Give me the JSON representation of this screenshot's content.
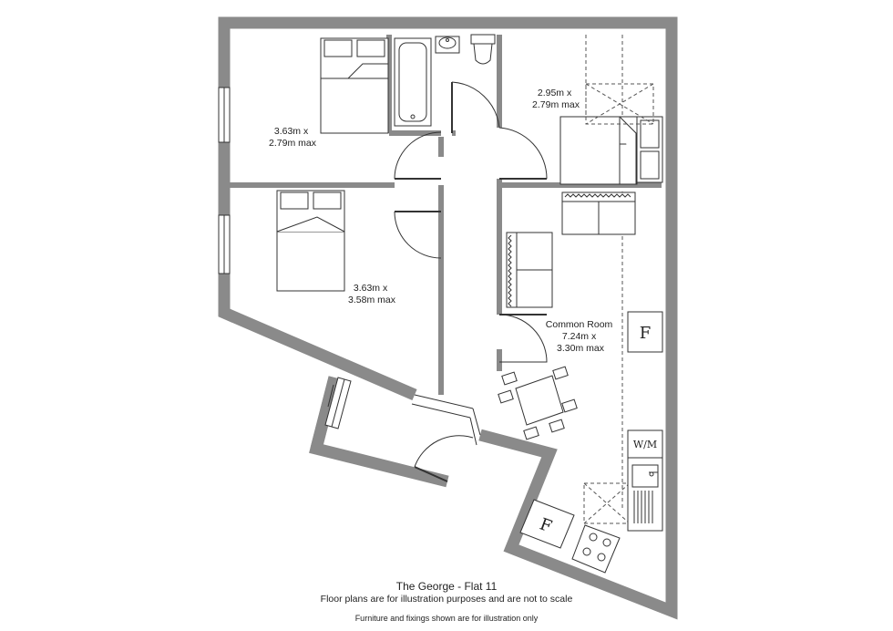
{
  "plan": {
    "wall_color": "#8a8a8a",
    "line_color": "#333333",
    "rooms": [
      {
        "id": "bedroom-1",
        "lines": [
          "3.63m x",
          "2.79m max"
        ]
      },
      {
        "id": "bedroom-2",
        "lines": [
          "3.63m x",
          "3.58m max"
        ]
      },
      {
        "id": "bedroom-3",
        "lines": [
          "2.95m x",
          "2.79m max"
        ]
      },
      {
        "id": "common-room",
        "lines": [
          "Common Room",
          "7.24m x",
          "3.30m max"
        ]
      }
    ],
    "fixtures": {
      "fridge_label": "F",
      "freezer_label": "F",
      "washing_machine_label": "W/M"
    }
  },
  "footer": {
    "title": "The George - Flat 11",
    "disclaimer": "Floor plans are for illustration purposes and are not to scale",
    "note": "Furniture and fixings shown are for illustration only"
  }
}
